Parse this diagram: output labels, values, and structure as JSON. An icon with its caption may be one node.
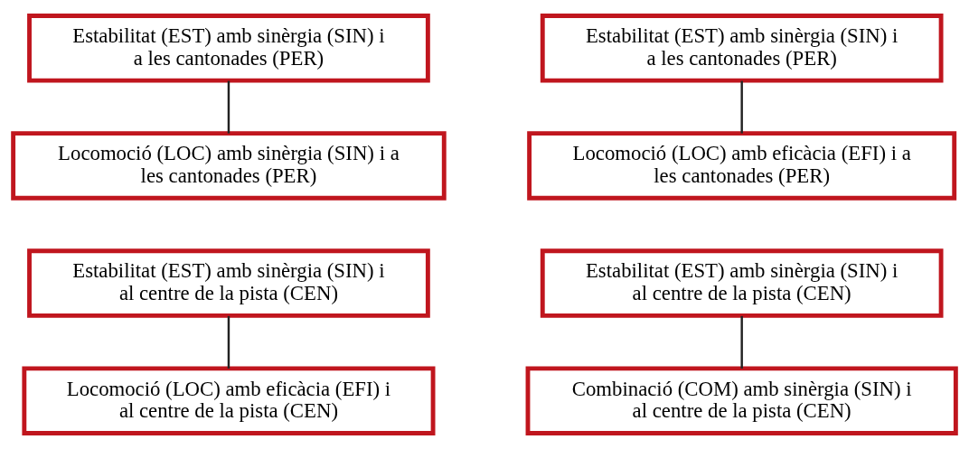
{
  "diagram": {
    "nodes": [
      {
        "text": [
          "Estabilitat (EST) amb sinèrgia (SIN) i a les cantonades (PER)"
        ]
      },
      {
        "text": [
          "Locomoció (LOC) amb sinèrgia (SIN) i a les cantonades (PER)"
        ]
      },
      {
        "text": [
          "Estabilitat (EST) amb sinèrgia (SIN) i a les cantonades (PER)"
        ]
      },
      {
        "text": [
          "Locomoció (LOC) amb eficàcia (EFI) i a les cantonades (PER)"
        ]
      },
      {
        "text": [
          "Estabilitat (EST) amb sinèrgia (SIN) i al centre de la pista (CEN)"
        ]
      },
      {
        "text": [
          "Locomoció (LOC) amb eficàcia (EFI) i al centre de la pista (CEN)"
        ]
      },
      {
        "text": [
          "Estabilitat (EST) amb sinèrgia (SIN) i al centre de la pista (CEN)"
        ]
      },
      {
        "text": [
          "Combinació (COM) amb sinèrgia (SIN) i al centre de la pista (CEN)"
        ]
      }
    ],
    "edges": [
      {
        "from": 0,
        "to": 1,
        "arrow": "none"
      },
      {
        "from": 2,
        "to": 3,
        "arrow": "none"
      },
      {
        "from": 4,
        "to": 5,
        "arrow": "none"
      },
      {
        "from": 6,
        "to": 7,
        "arrow": "none"
      }
    ]
  }
}
